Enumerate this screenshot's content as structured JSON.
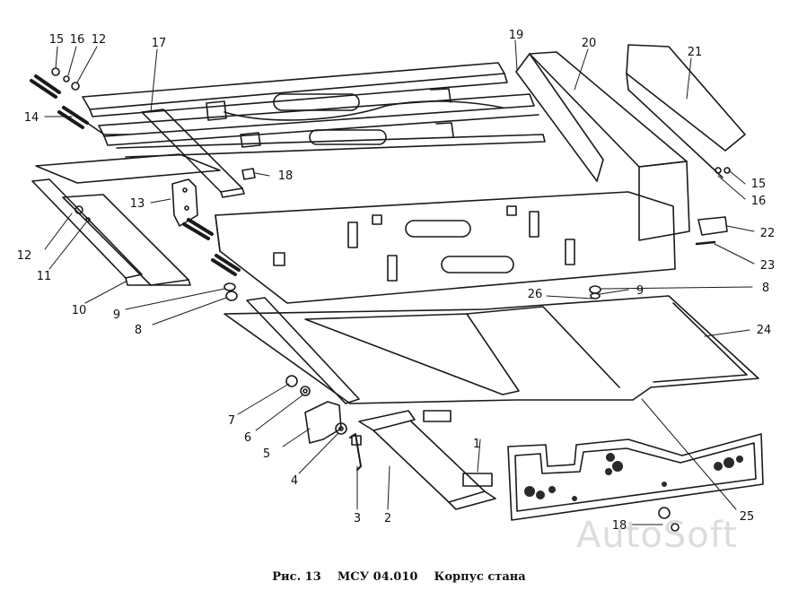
{
  "caption": "Рис. 13    МСУ 04.010    Корпус стана",
  "watermark": "AutoSoft",
  "labels": [
    "1",
    "2",
    "3",
    "4",
    "5",
    "6",
    "7",
    "8",
    "9",
    "10",
    "11",
    "12",
    "13",
    "14",
    "15",
    "16",
    "12",
    "17",
    "18",
    "19",
    "20",
    "21",
    "15",
    "16",
    "22",
    "23",
    "8",
    "9",
    "26",
    "24",
    "25",
    "18"
  ]
}
